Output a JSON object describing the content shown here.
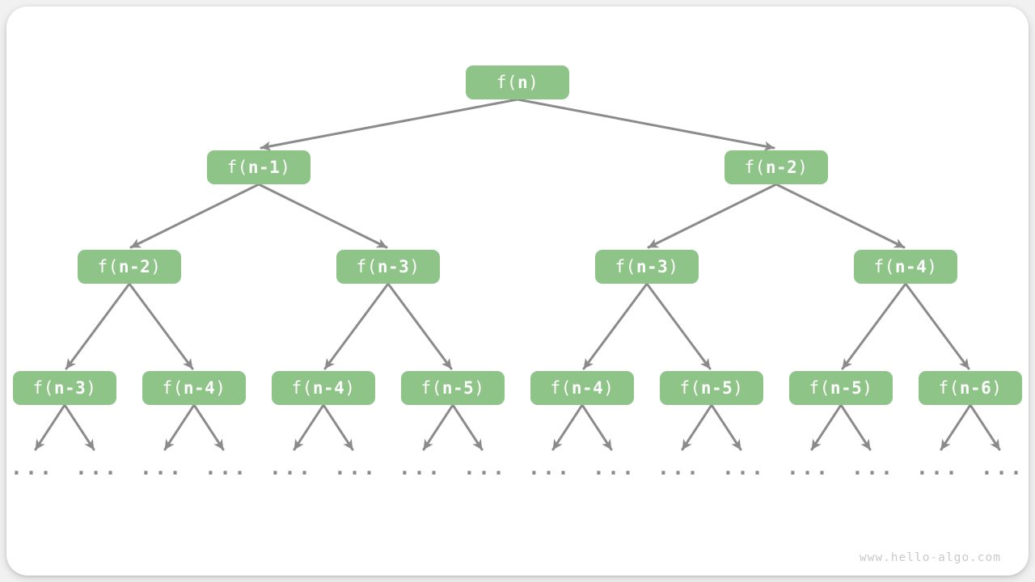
{
  "colors": {
    "page_bg": "#f1f1f1",
    "card_bg": "#ffffff",
    "node_fill": "#8ec487",
    "node_text": "#ffffff",
    "edge": "#8b8b8b",
    "leaf": "#8a8a8a",
    "watermark": "#c9c9c9"
  },
  "tree": {
    "levels": [
      {
        "nodes": [
          {
            "pre": "f(",
            "arg": "n",
            "post": ")"
          }
        ]
      },
      {
        "nodes": [
          {
            "pre": "f(",
            "arg": "n-1",
            "post": ")"
          },
          {
            "pre": "f(",
            "arg": "n-2",
            "post": ")"
          }
        ]
      },
      {
        "nodes": [
          {
            "pre": "f(",
            "arg": "n-2",
            "post": ")"
          },
          {
            "pre": "f(",
            "arg": "n-3",
            "post": ")"
          },
          {
            "pre": "f(",
            "arg": "n-3",
            "post": ")"
          },
          {
            "pre": "f(",
            "arg": "n-4",
            "post": ")"
          }
        ]
      },
      {
        "nodes": [
          {
            "pre": "f(",
            "arg": "n-3",
            "post": ")"
          },
          {
            "pre": "f(",
            "arg": "n-4",
            "post": ")"
          },
          {
            "pre": "f(",
            "arg": "n-4",
            "post": ")"
          },
          {
            "pre": "f(",
            "arg": "n-5",
            "post": ")"
          },
          {
            "pre": "f(",
            "arg": "n-4",
            "post": ")"
          },
          {
            "pre": "f(",
            "arg": "n-5",
            "post": ")"
          },
          {
            "pre": "f(",
            "arg": "n-5",
            "post": ")"
          },
          {
            "pre": "f(",
            "arg": "n-6",
            "post": ")"
          }
        ]
      }
    ],
    "leaves": [
      "...",
      "...",
      "...",
      "...",
      "...",
      "...",
      "...",
      "...",
      "...",
      "...",
      "...",
      "...",
      "...",
      "...",
      "...",
      "..."
    ]
  },
  "watermark": "www.hello-algo.com"
}
